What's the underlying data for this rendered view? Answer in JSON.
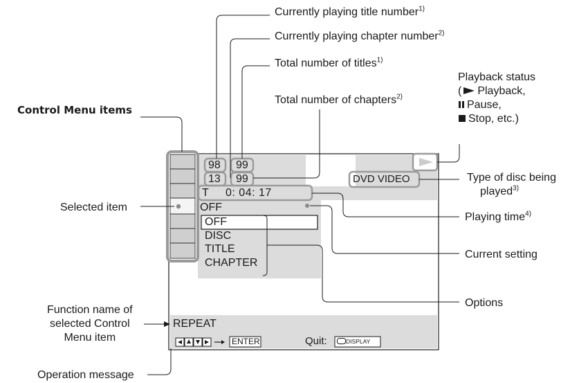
{
  "callouts": {
    "title_number": "Currently playing title number",
    "title_number_note": "1)",
    "chapter_number": "Currently playing chapter number",
    "chapter_number_note": "2)",
    "total_titles": "Total number of titles",
    "total_titles_note": "1)",
    "total_chapters": "Total number of chapters",
    "total_chapters_note": "2)",
    "control_menu_items": "Control Menu items",
    "playback_status_1": "Playback status",
    "playback_status_2": "Playback,",
    "playback_status_3": "Pause,",
    "playback_status_4": "Stop, etc.)",
    "disc_type_1": "Type of disc being",
    "disc_type_2": "played",
    "disc_type_note": "3)",
    "selected_item": "Selected item",
    "playing_time": "Playing time",
    "playing_time_note": "4)",
    "current_setting": "Current setting",
    "options": "Options",
    "function_name_1": "Function name of",
    "function_name_2": "selected Control",
    "function_name_3": "Menu item",
    "operation_message": "Operation message"
  },
  "screen": {
    "title_num": "98",
    "total_titles": "99",
    "chapter_num": "13",
    "total_chapters": "99",
    "disc_type": "DVD VIDEO",
    "time_prefix": "T",
    "time": "0: 04: 17",
    "current_setting": "OFF",
    "options": [
      "OFF",
      "DISC",
      "TITLE",
      "CHAPTER"
    ],
    "function_name": "REPEAT",
    "enter_label": "ENTER",
    "quit_label": "Quit:",
    "display_label": "DISPLAY"
  },
  "colors": {
    "screen_bg": "#dcdcdc",
    "tab_bg": "#cfcfcf",
    "line": "#1a1a1a",
    "frame_gray": "#8a8a8a"
  }
}
